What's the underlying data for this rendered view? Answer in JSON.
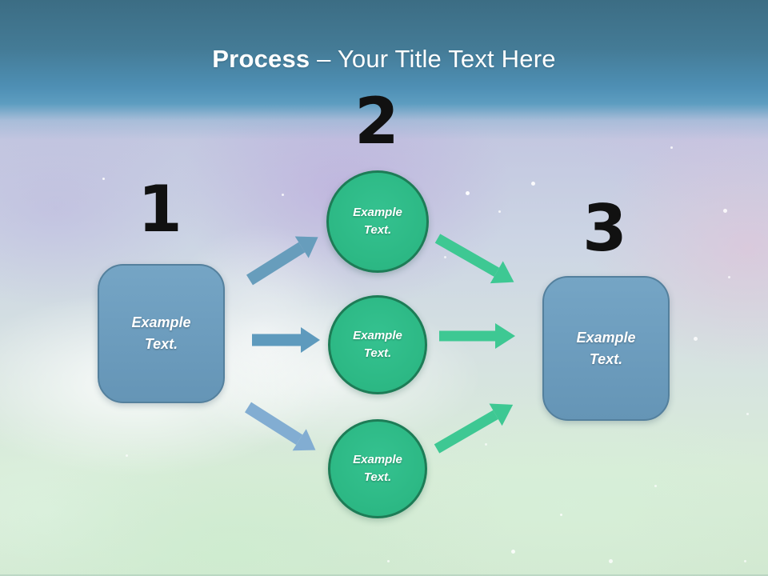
{
  "title": {
    "bold": "Process",
    "rest": "– Your Title Text Here"
  },
  "steps": {
    "one": {
      "number": "1",
      "label": "Example Text."
    },
    "two": {
      "number": "2"
    },
    "three": {
      "number": "3",
      "label": "Example Text."
    }
  },
  "circles": [
    {
      "label": "Example Text."
    },
    {
      "label": "Example Text."
    },
    {
      "label": "Example Text."
    }
  ],
  "colors": {
    "header_gradient_top": "#3c6d84",
    "header_gradient_bottom": "#5d9dc0",
    "title_text": "#ffffff",
    "step_number": "#111111",
    "box_fill": "#6c9cbd",
    "box_border": "#54809d",
    "box_text": "#ffffff",
    "circle_fill": "#2cb884",
    "circle_border": "#1d7c56",
    "circle_text": "#ffffff",
    "blue_arrow": "#679dbc",
    "blue_arrow_light": "#82add2",
    "green_arrow": "#3ec893"
  }
}
